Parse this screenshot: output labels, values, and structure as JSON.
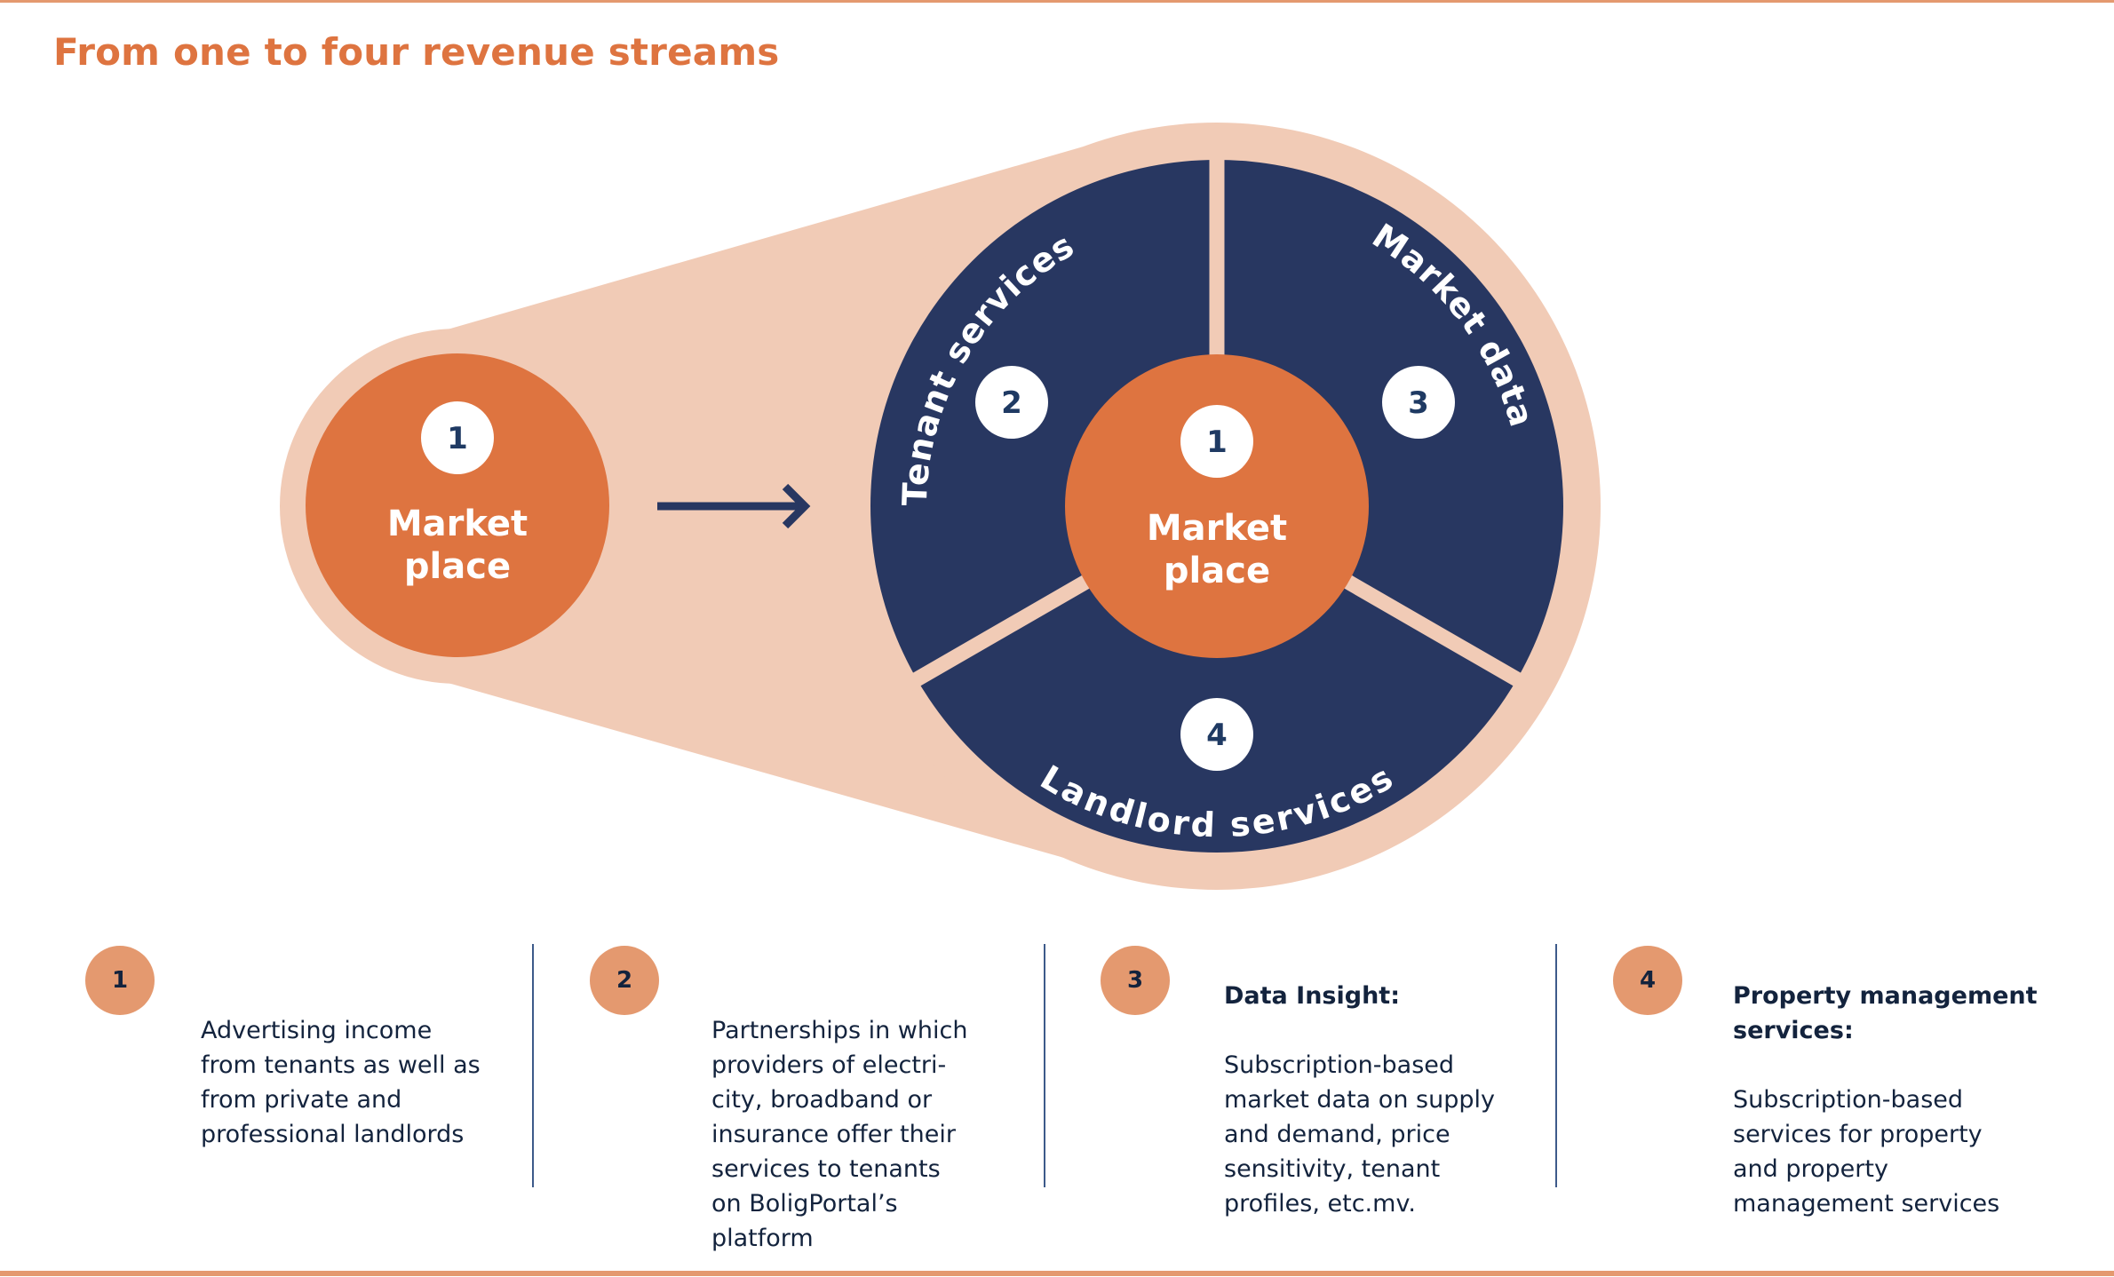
{
  "title": "From one to four revenue streams",
  "colors": {
    "accent_orange": "#de7440",
    "peach": "#f1cbb6",
    "navy": "#283761",
    "badge_orange": "#e4996f",
    "text_dark": "#13233d"
  },
  "diagram": {
    "before": {
      "badge": "1",
      "label_line1": "Market",
      "label_line2": "place"
    },
    "arrow_icon": "right-arrow-icon",
    "after": {
      "center": {
        "badge": "1",
        "label_line1": "Market",
        "label_line2": "place"
      },
      "segments": [
        {
          "badge": "2",
          "label": "Tenant services"
        },
        {
          "badge": "3",
          "label": "Market data"
        },
        {
          "badge": "4",
          "label": "Landlord services"
        }
      ]
    }
  },
  "legend": [
    {
      "badge": "1",
      "heading": "",
      "text": "Advertising income\nfrom tenants as well as\nfrom private and\nprofessional landlords"
    },
    {
      "badge": "2",
      "heading": "",
      "text": "Partnerships in which\nproviders of electri-\ncity, broadband or\ninsurance offer their\nservices to tenants\non BoligPortal’s\nplatform"
    },
    {
      "badge": "3",
      "heading": "Data Insight:",
      "text": "Subscription-based\nmarket data on supply\nand demand, price\nsensitivity, tenant\nprofiles, etc.mv."
    },
    {
      "badge": "4",
      "heading": "Property management\nservices:",
      "text": "Subscription-based\nservices for property\nand property\nmanagement services"
    }
  ]
}
